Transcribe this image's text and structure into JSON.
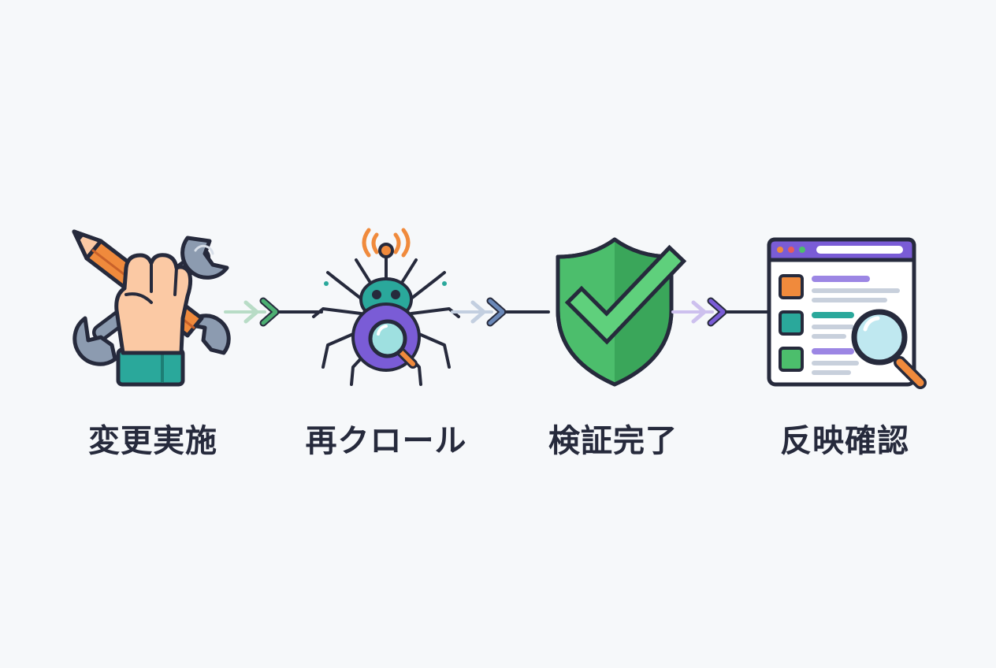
{
  "colors": {
    "outline": "#262a3c",
    "orange": "#f08a3c",
    "teal": "#2aa89b",
    "green": "#4cbe6c",
    "purple": "#7a5cd6",
    "skin": "#fbc9a4",
    "steel": "#8c9bb0",
    "arrow_green": "#4caf72",
    "arrow_blue": "#6a88b8",
    "arrow_purple": "#7a5cd6"
  },
  "steps": [
    {
      "label": "変更実施",
      "icon": "hand-wrench-pencil-icon"
    },
    {
      "label": "再クロール",
      "icon": "spider-bot-magnifier-icon"
    },
    {
      "label": "検証完了",
      "icon": "shield-check-icon"
    },
    {
      "label": "反映確認",
      "icon": "browser-search-icon"
    }
  ]
}
